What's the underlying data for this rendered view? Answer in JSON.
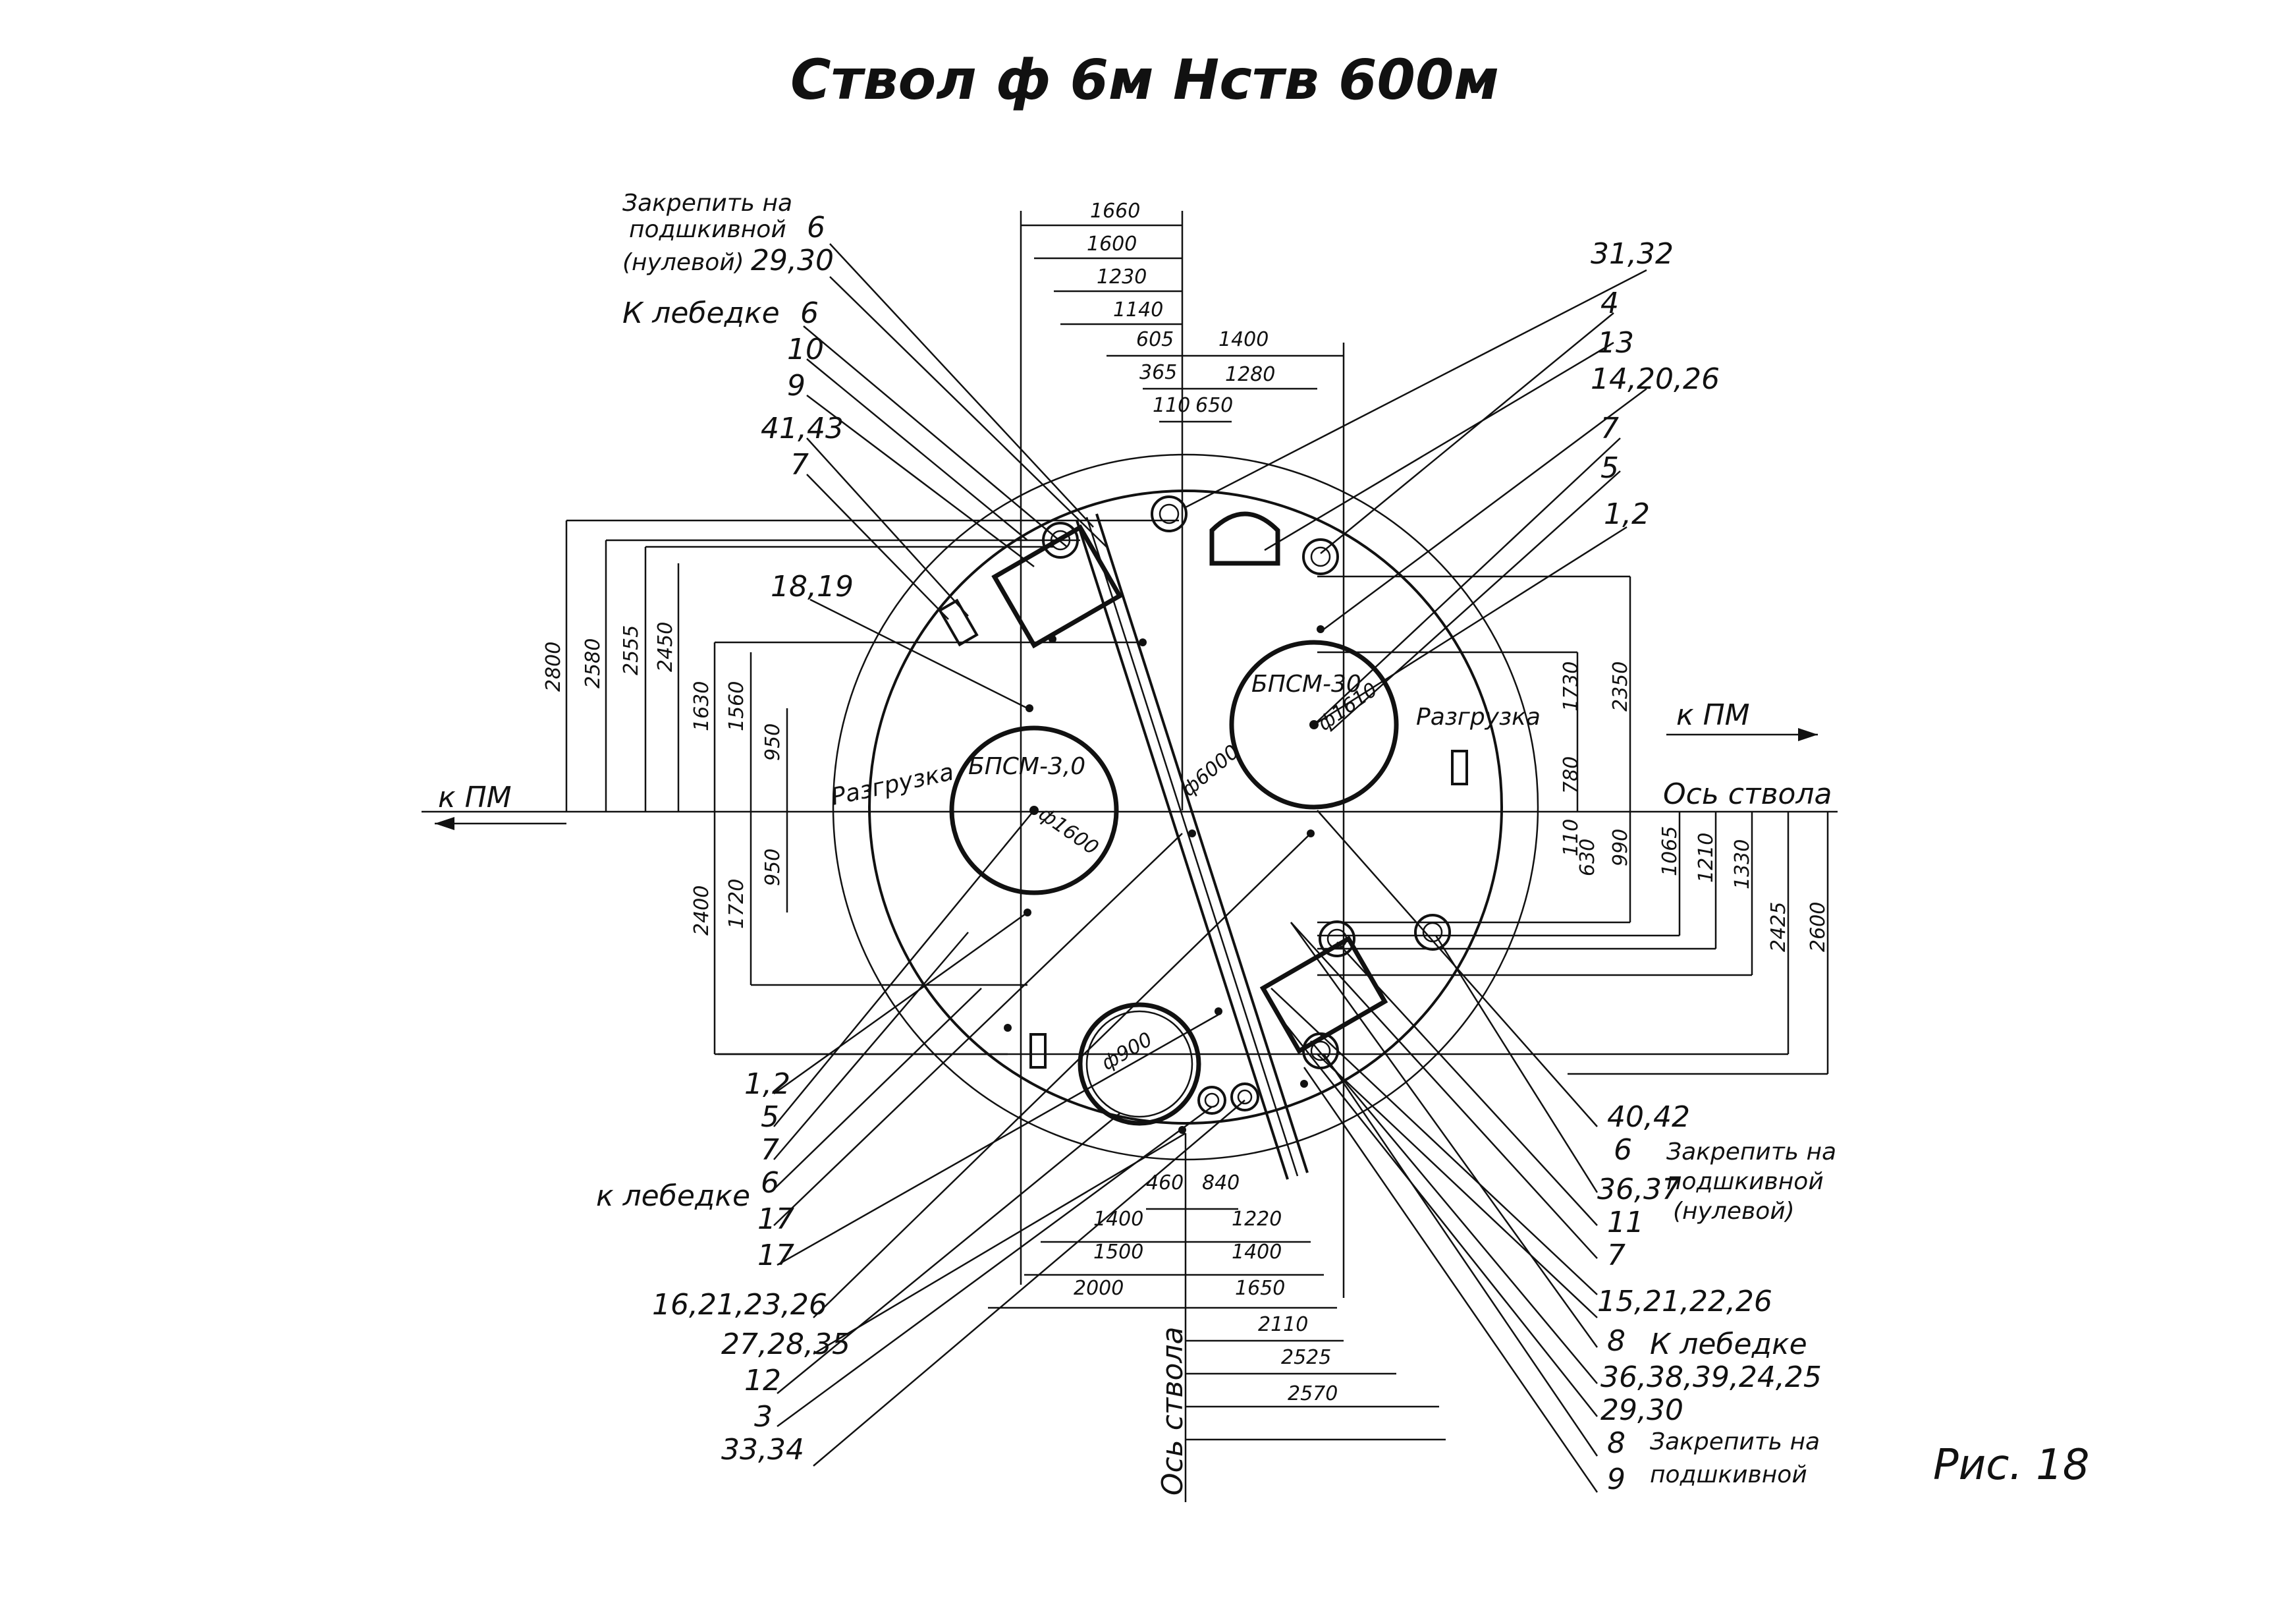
{
  "title": "Ствол ф 6м  Hств 600м",
  "figure_caption": "Рис. 18",
  "center_label": "ф6000",
  "axis_labels": {
    "horizontal": "Ось ствола",
    "vertical": "Ось ствола"
  },
  "direction_labels": {
    "left": "к ПМ",
    "right": "к ПМ"
  },
  "bins": [
    {
      "name": "БПСМ-3,0",
      "diameter": "ф1600",
      "unload": "Разгрузка"
    },
    {
      "name": "БПСМ-30",
      "diameter": "ф1610",
      "unload": "Разгрузка"
    }
  ],
  "pipe_label": "ф900",
  "left_callouts": {
    "notes": [
      "Закрепить на",
      "подшкивной",
      "(нулевой)",
      "К лебедке",
      "к лебедке"
    ],
    "upper": [
      "6",
      "29,30",
      "6",
      "10",
      "9",
      "41,43",
      "7",
      "18,19"
    ],
    "lower": [
      "1,2",
      "5",
      "7",
      "6",
      "17",
      "17",
      "16,21,23,26",
      "27,28,35",
      "12",
      "3",
      "33,34"
    ]
  },
  "right_callouts": {
    "notes": [
      "Закрепить на",
      "подшкивной",
      "(нулевой)",
      "К лебедке",
      "Закрепить на",
      "подшкивной"
    ],
    "upper": [
      "31,32",
      "4",
      "13",
      "14,20,26",
      "7",
      "5",
      "1,2"
    ],
    "lower": [
      "40,42",
      "6",
      "36,37",
      "11",
      "7",
      "15,21,22,26",
      "8",
      "36,38,39,24,25",
      "29,30",
      "8",
      "9"
    ]
  },
  "dimensions": {
    "top": [
      "1660",
      "1600",
      "1230",
      "1140",
      "605",
      "365",
      "110",
      "650",
      "1400",
      "1280"
    ],
    "left_vertical": [
      "2800",
      "2580",
      "2555",
      "2450",
      "1630",
      "1560",
      "950",
      "950",
      "1720",
      "2400"
    ],
    "right_vertical": [
      "1730",
      "2350",
      "780",
      "110",
      "630",
      "990",
      "1065",
      "1210",
      "1330",
      "2425",
      "2600"
    ],
    "bottom": [
      "460",
      "840",
      "1400",
      "1220",
      "1500",
      "1400",
      "2000",
      "1650",
      "2110",
      "2525",
      "2570"
    ]
  }
}
